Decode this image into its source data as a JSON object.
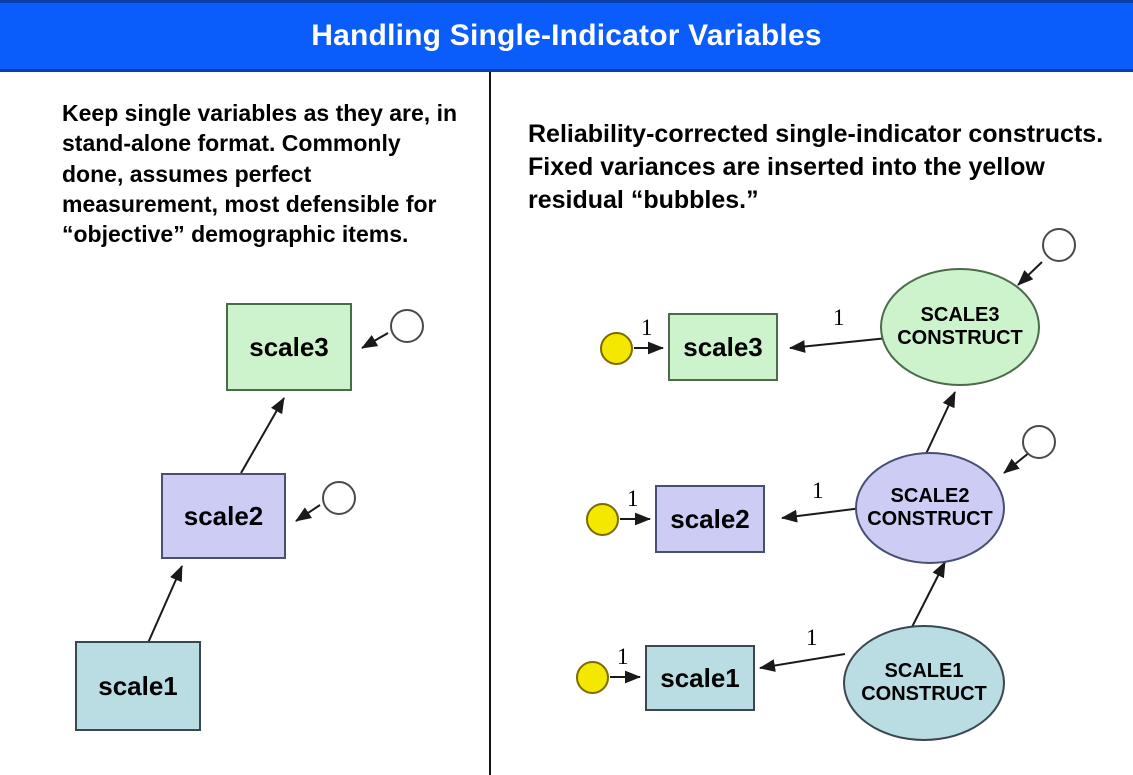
{
  "slide": {
    "title": "Handling Single-Indicator Variables",
    "title_bar_color": "#0a5dfa",
    "title_text_color": "#ffffff",
    "background_color": "#ffffff"
  },
  "left_panel": {
    "paragraph": "Keep single variables as they are, in stand-alone format. Commonly done, assumes perfect measurement, most defensible for “objective” demographic items.",
    "nodes": [
      {
        "id": "scale3",
        "label": "scale3",
        "color": "#cdf3cd"
      },
      {
        "id": "scale2",
        "label": "scale2",
        "color": "#ccccf5"
      },
      {
        "id": "scale1",
        "label": "scale1",
        "color": "#b9dde2"
      }
    ],
    "residual_circles": 2
  },
  "right_panel": {
    "paragraph": "Reliability-corrected single-indicator constructs. Fixed variances are inserted into the yellow residual “bubbles.”",
    "rows": [
      {
        "indicator_label": "scale3",
        "construct_line1": "SCALE3",
        "construct_line2": "CONSTRUCT",
        "bubble_path_label": "1",
        "loading_label": "1",
        "color": "#cdf3cd",
        "has_residual_circle": true,
        "bubble_color": "#f5e800"
      },
      {
        "indicator_label": "scale2",
        "construct_line1": "SCALE2",
        "construct_line2": "CONSTRUCT",
        "bubble_path_label": "1",
        "loading_label": "1",
        "color": "#ccccf5",
        "has_residual_circle": true,
        "bubble_color": "#f5e800"
      },
      {
        "indicator_label": "scale1",
        "construct_line1": "SCALE1",
        "construct_line2": "CONSTRUCT",
        "bubble_path_label": "1",
        "loading_label": "1",
        "color": "#b9dde2",
        "has_residual_circle": false,
        "bubble_color": "#f5e800"
      }
    ]
  }
}
